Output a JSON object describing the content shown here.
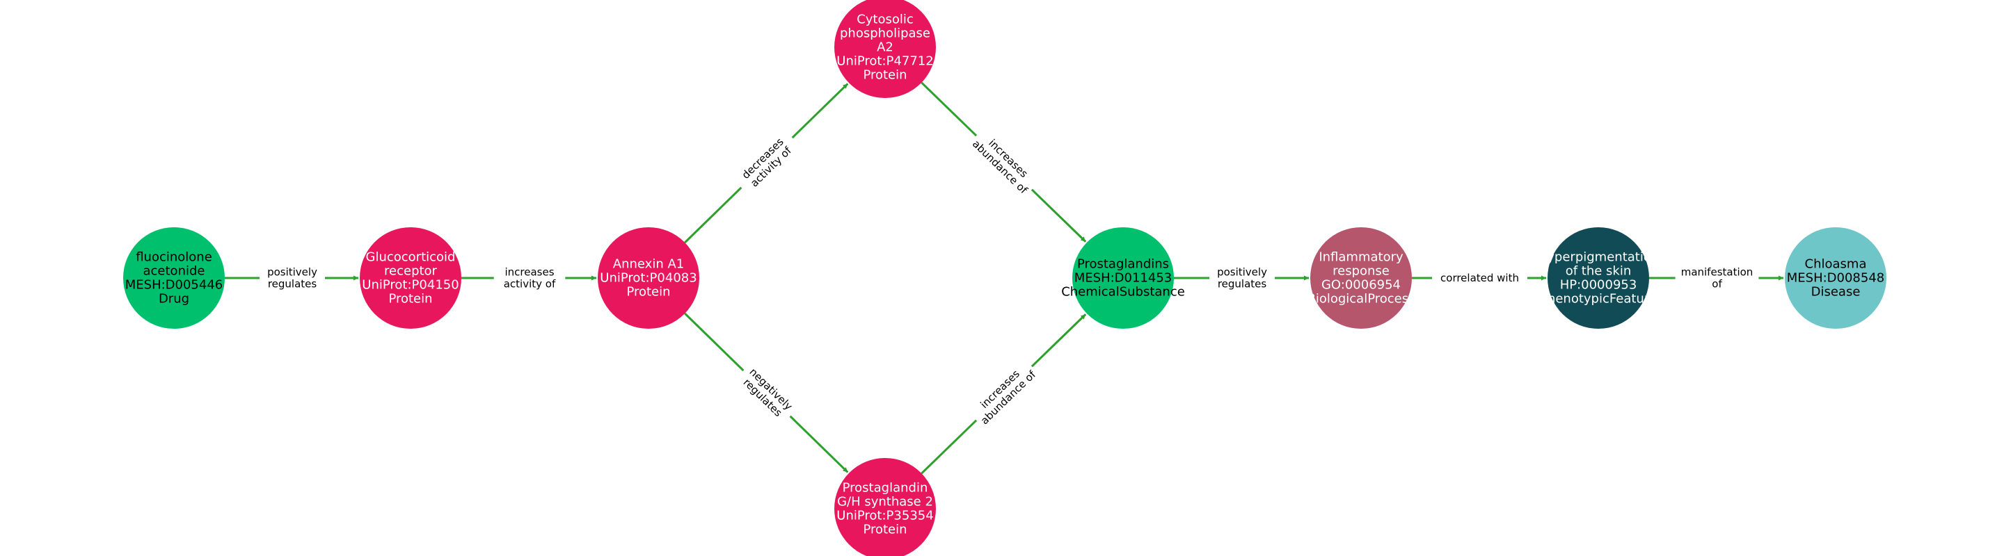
{
  "colors": {
    "edge": "#2ca02c",
    "drug": "#00c06e",
    "protein": "#e8175d",
    "chemical": "#00c06e",
    "process": "#b5566d",
    "phenotype": "#114b55",
    "disease": "#6ec6c8"
  },
  "nodes": [
    {
      "id": "fluocinolone",
      "color_key": "drug",
      "text_color": "#000000",
      "lines": [
        "fluocinolone",
        "acetonide",
        "MESH:D005446",
        "Drug"
      ]
    },
    {
      "id": "glucocorticoid",
      "color_key": "protein",
      "text_color": "#ffffff",
      "lines": [
        "Glucocorticoid",
        "receptor",
        "UniProt:P04150",
        "Protein"
      ]
    },
    {
      "id": "annexin",
      "color_key": "protein",
      "text_color": "#ffffff",
      "lines": [
        "Annexin A1",
        "UniProt:P04083",
        "Protein"
      ]
    },
    {
      "id": "cpla2",
      "color_key": "protein",
      "text_color": "#ffffff",
      "lines": [
        "Cytosolic",
        "phospholipase",
        "A2",
        "UniProt:P47712",
        "Protein"
      ]
    },
    {
      "id": "ptgs2",
      "color_key": "protein",
      "text_color": "#ffffff",
      "lines": [
        "Prostaglandin",
        "G/H synthase 2",
        "UniProt:P35354",
        "Protein"
      ]
    },
    {
      "id": "prostaglandins",
      "color_key": "chemical",
      "text_color": "#000000",
      "lines": [
        "Prostaglandins",
        "MESH:D011453",
        "ChemicalSubstance"
      ]
    },
    {
      "id": "inflammatory",
      "color_key": "process",
      "text_color": "#ffffff",
      "lines": [
        "Inflammatory",
        "response",
        "GO:0006954",
        "BiologicalProcess"
      ]
    },
    {
      "id": "hyperpigmentation",
      "color_key": "phenotype",
      "text_color": "#ffffff",
      "lines": [
        "Hyperpigmentation",
        "of the skin",
        "HP:0000953",
        "PhenotypicFeature"
      ]
    },
    {
      "id": "chloasma",
      "color_key": "disease",
      "text_color": "#000000",
      "lines": [
        "Chloasma",
        "MESH:D008548",
        "Disease"
      ]
    }
  ],
  "edges": [
    {
      "source": "fluocinolone",
      "target": "glucocorticoid",
      "label_lines": [
        "positively",
        "regulates"
      ]
    },
    {
      "source": "glucocorticoid",
      "target": "annexin",
      "label_lines": [
        "increases",
        "activity of"
      ]
    },
    {
      "source": "annexin",
      "target": "cpla2",
      "label_lines": [
        "decreases",
        "activity of"
      ]
    },
    {
      "source": "annexin",
      "target": "ptgs2",
      "label_lines": [
        "negatively",
        "regulates"
      ]
    },
    {
      "source": "cpla2",
      "target": "prostaglandins",
      "label_lines": [
        "increases",
        "abundance of"
      ]
    },
    {
      "source": "ptgs2",
      "target": "prostaglandins",
      "label_lines": [
        "increases",
        "abundance of"
      ]
    },
    {
      "source": "prostaglandins",
      "target": "inflammatory",
      "label_lines": [
        "positively",
        "regulates"
      ]
    },
    {
      "source": "inflammatory",
      "target": "hyperpigmentation",
      "label_lines": [
        "correlated with"
      ]
    },
    {
      "source": "hyperpigmentation",
      "target": "chloasma",
      "label_lines": [
        "manifestation",
        "of"
      ]
    }
  ]
}
